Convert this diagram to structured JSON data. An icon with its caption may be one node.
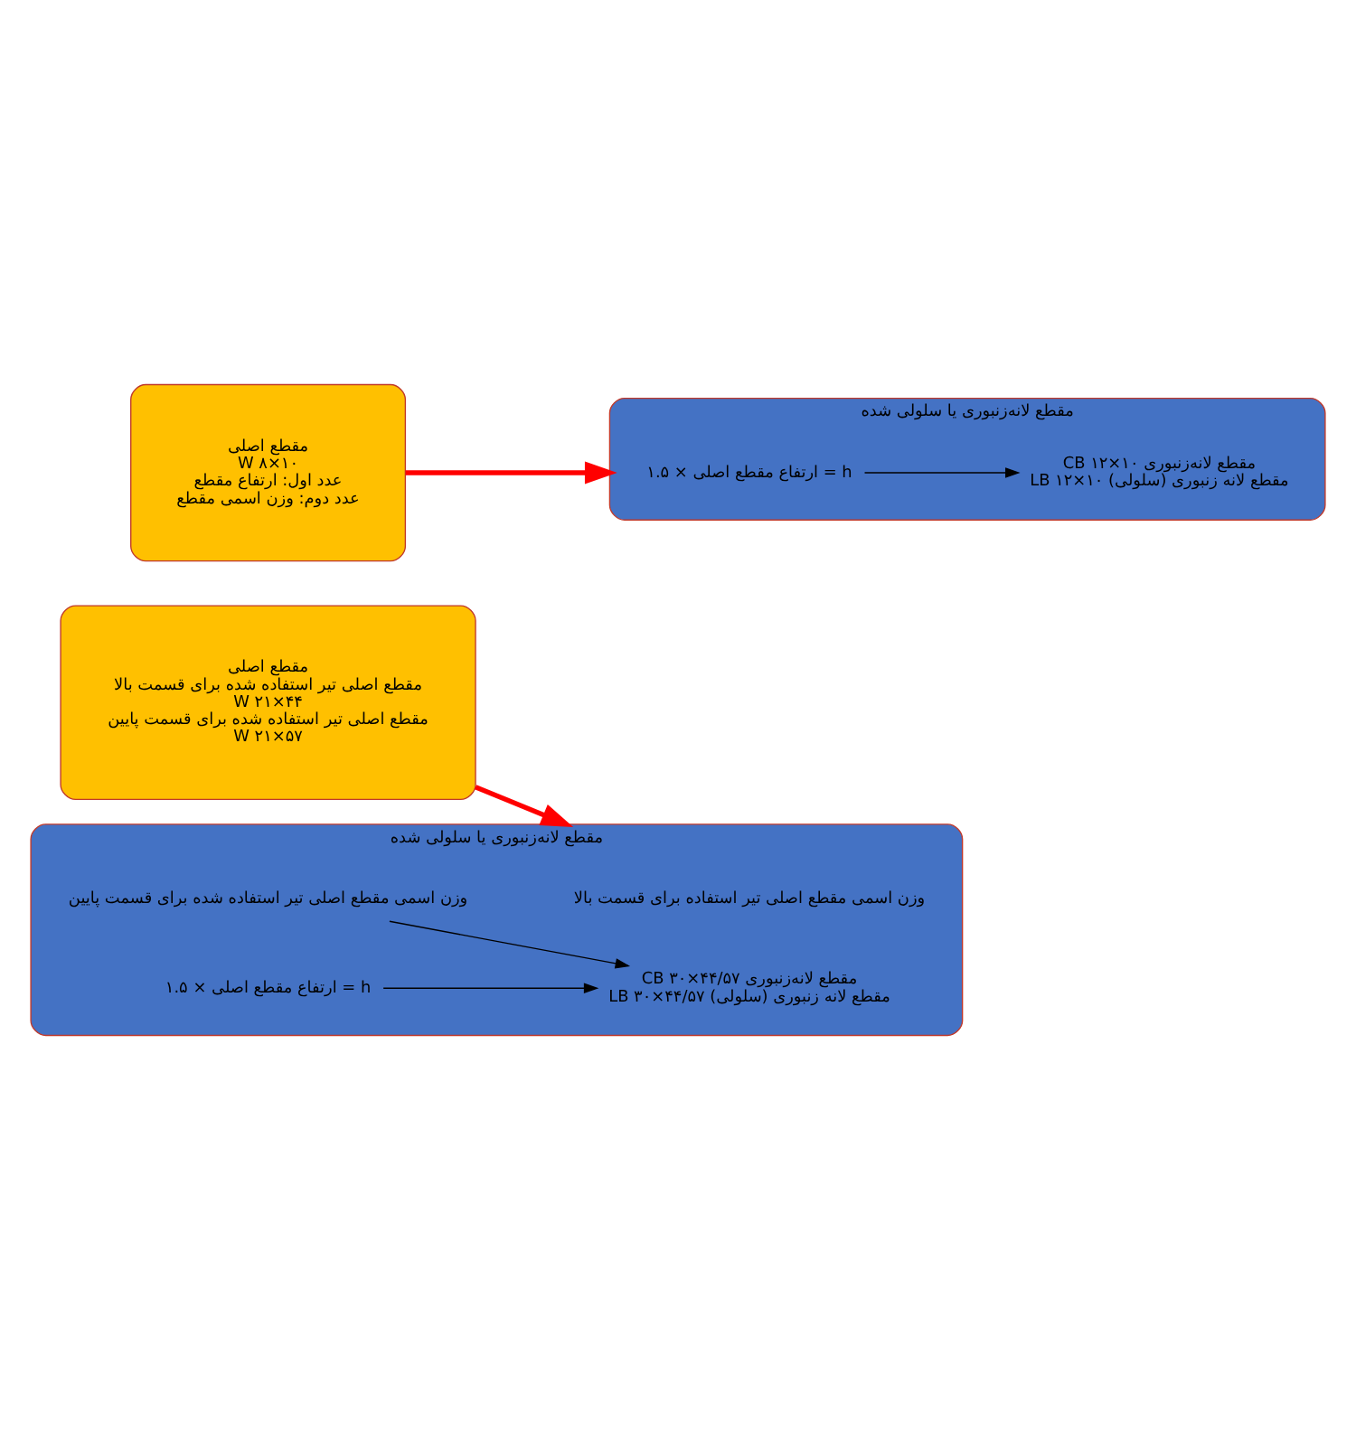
{
  "diagram": {
    "nodes": [
      {
        "text": [
          "مقطع اصلی",
          "W ۸×۱۰",
          "عدد اول: ارتفاع مقطع",
          "عدد دوم: وزن اسمی مقطع"
        ]
      },
      {
        "text": [
          "مقطع لانه‌زنبوری یا سلولی شده"
        ]
      },
      {
        "text": [
          "ارتفاع مقطع اصلی × ۱.۵ = h"
        ],
        "in": 1
      },
      {
        "text": [
          "CB ۱۲×۱۰ مقطع لانه‌زنبوری",
          "LB ۱۲×۱۰ مقطع لانه زنبوری (سلولی)"
        ],
        "in": 1
      },
      {
        "text": [
          "مقطع اصلی",
          "مقطع اصلی تیر استفاده شده برای قسمت بالا",
          "W ۲۱×۴۴",
          "مقطع اصلی تیر استفاده شده برای قسمت پایین",
          "W ۲۱×۵۷"
        ]
      },
      {
        "text": [
          "مقطع لانه‌زنبوری یا سلولی شده"
        ]
      },
      {
        "text": [
          "وزن اسمی مقطع اصلی تیر استفاده برای قسمت بالا"
        ],
        "in": 5
      },
      {
        "text": [
          "وزن اسمی مقطع اصلی تیر استفاده شده برای قسمت پایین"
        ],
        "in": 5
      },
      {
        "text": [
          "CB ۳۰×۴۴/۵۷ مقطع لانه‌زنبوری",
          "LB ۳۰×۴۴/۵۷ مقطع لانه زنبوری (سلولی)"
        ],
        "in": 5
      },
      {
        "text": [
          "ارتفاع مقطع اصلی × ۱.۵ = h"
        ],
        "in": 5
      }
    ],
    "edges": [
      {
        "from": 0,
        "to": 1,
        "arrow": "to",
        "style": "thick",
        "color": "#ff0000"
      },
      {
        "from": 2,
        "to": 3,
        "arrow": "to"
      },
      {
        "from": 4,
        "to": 5,
        "arrow": "to",
        "style": "thick",
        "color": "#ff0000"
      },
      {
        "from": 7,
        "to": 8,
        "arrow": "to"
      },
      {
        "from": 9,
        "to": 8,
        "arrow": "to"
      }
    ]
  }
}
